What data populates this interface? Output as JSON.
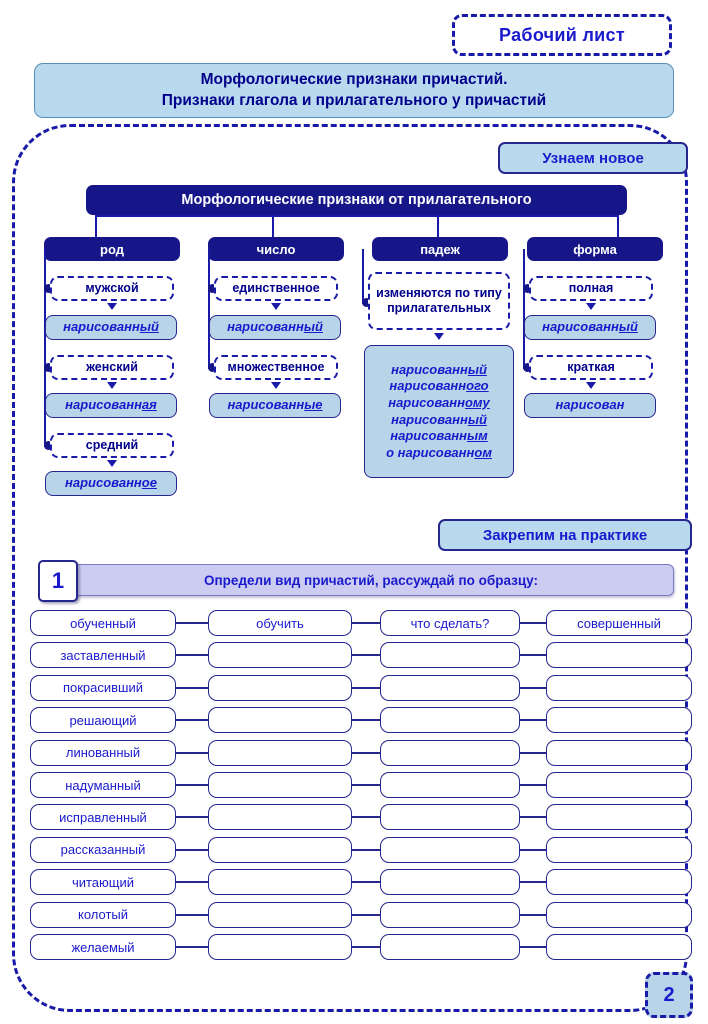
{
  "worksheet": {
    "badge": "Рабочий лист",
    "page_number": "2",
    "title_line1": "Морфологические признаки причастий.",
    "title_line2": "Признаки глагола и прилагательного у причастий"
  },
  "sections": {
    "learn_new": "Узнаем новое",
    "practice": "Закрепим на практике"
  },
  "diagram": {
    "heading": "Морфологические признаки  от прилагательного",
    "categories": [
      {
        "label": "род",
        "items": [
          {
            "term": "мужской",
            "example_stem": "нарисованн",
            "example_ending": "ый"
          },
          {
            "term": "женский",
            "example_stem": "нарисованн",
            "example_ending": "ая"
          },
          {
            "term": "средний",
            "example_stem": "нарисованн",
            "example_ending": "ое"
          }
        ]
      },
      {
        "label": "число",
        "items": [
          {
            "term": "единственное",
            "example_stem": "нарисованн",
            "example_ending": "ый"
          },
          {
            "term": "множественное",
            "example_stem": "нарисованн",
            "example_ending": "ые"
          }
        ]
      },
      {
        "label": "падеж",
        "items": [
          {
            "term": "изменяются по типу прилагательных"
          }
        ],
        "declension": [
          {
            "stem": "нарисованн",
            "ending": "ый"
          },
          {
            "stem": "нарисованн",
            "ending": "ого"
          },
          {
            "stem": "нарисованн",
            "ending": "ому"
          },
          {
            "stem": "нарисованн",
            "ending": "ый"
          },
          {
            "stem": "нарисованн",
            "ending": "ым"
          },
          {
            "stem": "о нарисованн",
            "ending": "ом"
          }
        ]
      },
      {
        "label": "форма",
        "items": [
          {
            "term": "полная",
            "example_stem": "нарисованн",
            "example_ending": "ый"
          },
          {
            "term": "краткая",
            "example_stem": "нарисован",
            "example_ending": ""
          }
        ]
      }
    ]
  },
  "task1": {
    "number": "1",
    "instruction": "Определи вид причастий, рассуждай по образцу:",
    "rows": [
      {
        "participle": "обученный",
        "infinitive": "обучить",
        "question": "что сделать?",
        "aspect": "совершенный"
      },
      {
        "participle": "заставленный",
        "infinitive": "",
        "question": "",
        "aspect": ""
      },
      {
        "participle": "покрасивший",
        "infinitive": "",
        "question": "",
        "aspect": ""
      },
      {
        "participle": "решающий",
        "infinitive": "",
        "question": "",
        "aspect": ""
      },
      {
        "participle": "линованный",
        "infinitive": "",
        "question": "",
        "aspect": ""
      },
      {
        "participle": "надуманный",
        "infinitive": "",
        "question": "",
        "aspect": ""
      },
      {
        "participle": "исправленный",
        "infinitive": "",
        "question": "",
        "aspect": ""
      },
      {
        "participle": "рассказанный",
        "infinitive": "",
        "question": "",
        "aspect": ""
      },
      {
        "participle": "читающий",
        "infinitive": "",
        "question": "",
        "aspect": ""
      },
      {
        "participle": "колотый",
        "infinitive": "",
        "question": "",
        "aspect": ""
      },
      {
        "participle": "желаемый",
        "infinitive": "",
        "question": "",
        "aspect": ""
      }
    ]
  },
  "colors": {
    "navy": "#161689",
    "blue_text": "#1a1acd",
    "light_blue_fill": "#b8d4e8",
    "title_fill": "#b8d9ee",
    "task_bar_fill": "#ccccf2"
  }
}
